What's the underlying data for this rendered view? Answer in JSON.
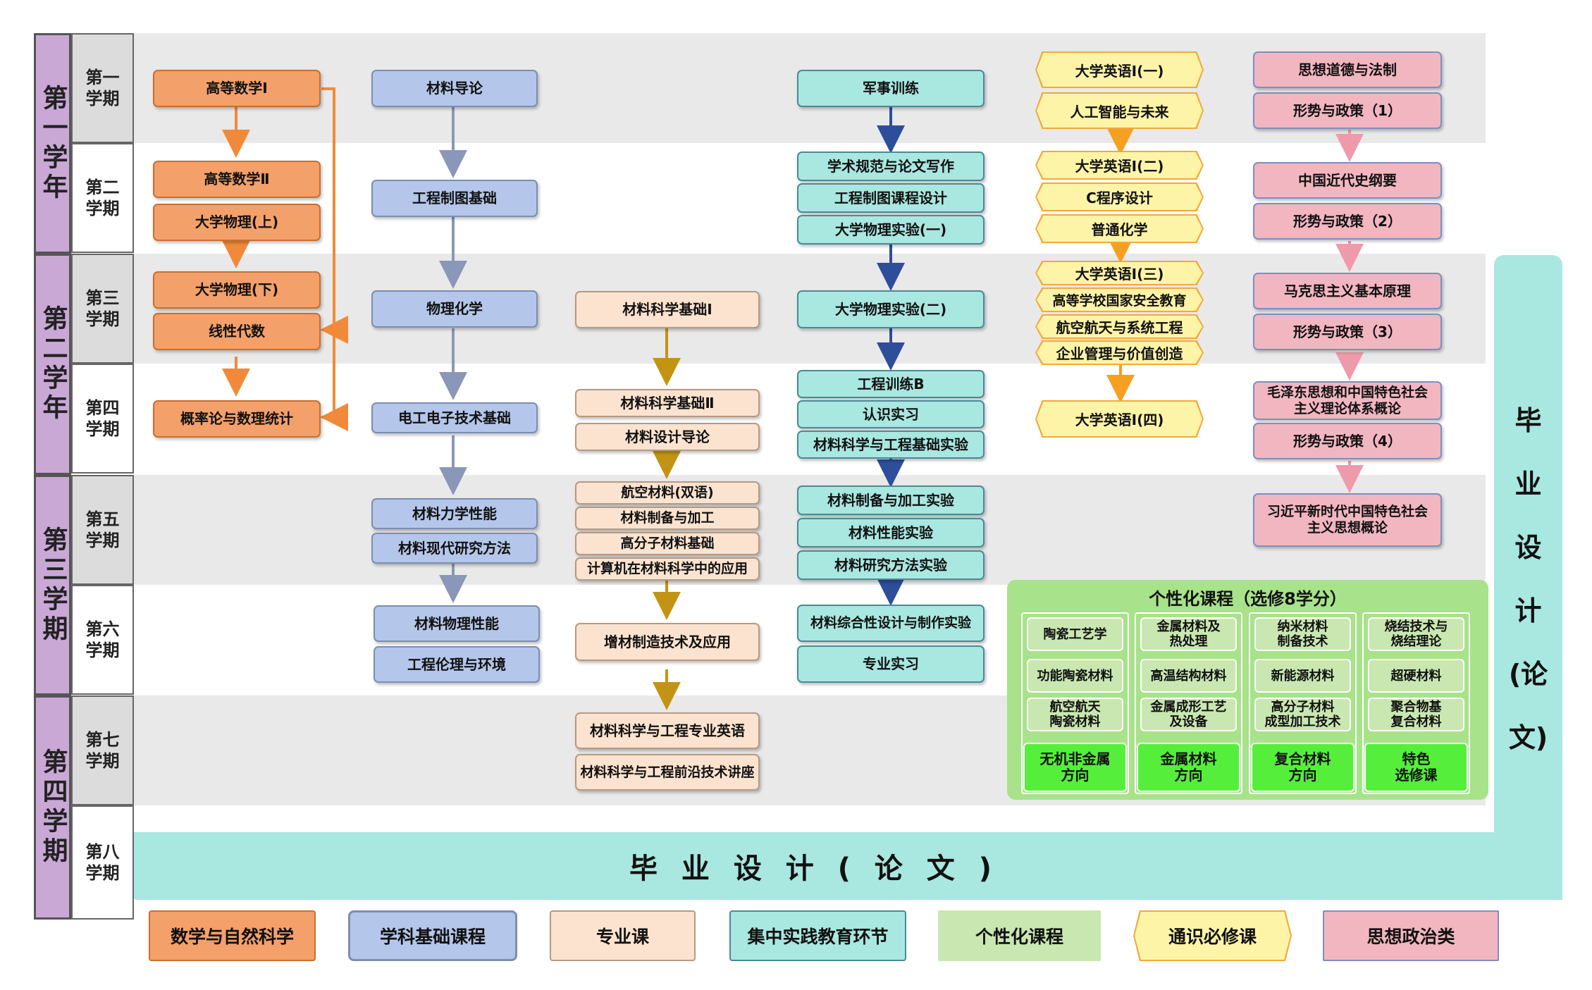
{
  "years": [
    "第一学年",
    "第二学年",
    "第三学期",
    "第四学期"
  ],
  "semesters": [
    "第一\n学期",
    "第二\n学期",
    "第三\n学期",
    "第四\n学期",
    "第五\n学期",
    "第六\n学期",
    "第七\n学期",
    "第八\n学期"
  ],
  "math": [
    "高等数学Ⅰ",
    "高等数学Ⅱ",
    "大学物理(上)",
    "大学物理(下)",
    "线性代数",
    "概率论与数理统计"
  ],
  "base": [
    "材料导论",
    "工程制图基础",
    "物理化学",
    "电工电子技术基础",
    "材料力学性能",
    "材料现代研究方法",
    "材料物理性能",
    "工程伦理与环境"
  ],
  "major": [
    "材料科学基础Ⅰ",
    "材料科学基础Ⅱ",
    "材料设计导论",
    "航空材料(双语)",
    "材料制备与加工",
    "高分子材料基础",
    "计算机在材料科学中的应用",
    "增材制造技术及应用",
    "材料科学与工程专业英语",
    "材料科学与工程前沿技术讲座"
  ],
  "practice": [
    "军事训练",
    "学术规范与论文写作",
    "工程制图课程设计",
    "大学物理实验(一)",
    "大学物理实验(二)",
    "工程训练B",
    "认识实习",
    "材料科学与工程基础实验",
    "材料制备与加工实验",
    "材料性能实验",
    "材料研究方法实验",
    "材料综合性设计与制作实验",
    "专业实习"
  ],
  "general": [
    "大学英语Ⅰ(一)",
    "人工智能与未来",
    "大学英语Ⅰ(二)",
    "C程序设计",
    "普通化学",
    "大学英语Ⅰ(三)",
    "高等学校国家安全教育",
    "航空航天与系统工程",
    "企业管理与价值创造",
    "大学英语Ⅰ(四)"
  ],
  "politics": [
    "思想道德与法制",
    "形势与政策（1）",
    "中国近代史纲要",
    "形势与政策（2）",
    "马克思主义基本原理",
    "形势与政策（3）",
    "毛泽东思想和中国特色社会\n主义理论体系概论",
    "形势与政策（4）",
    "习近平新时代中国特色社会\n主义思想概论"
  ],
  "electives": {
    "title": "个性化课程（选修8学分）",
    "columns": [
      {
        "items": [
          "陶瓷工艺学",
          "功能陶瓷材料",
          "航空航天\n陶瓷材料"
        ],
        "direction": "无机非金属\n方向"
      },
      {
        "items": [
          "金属材料及\n热处理",
          "高温结构材料",
          "金属成形工艺\n及设备"
        ],
        "direction": "金属材料\n方向"
      },
      {
        "items": [
          "纳米材料\n制备技术",
          "新能源材料",
          "高分子材料\n成型加工技术"
        ],
        "direction": "复合材料\n方向"
      },
      {
        "items": [
          "烧结技术与\n烧结理论",
          "超硬材料",
          "聚合物基\n复合材料"
        ],
        "direction": "特色\n选修课"
      }
    ]
  },
  "thesis": {
    "horizontal": "毕 业 设 计 ( 论 文 )",
    "vertical": [
      "毕",
      "业",
      "设",
      "计",
      "(论",
      "文)"
    ]
  },
  "legend": [
    "数学与自然科学",
    "学科基础课程",
    "专业课",
    "集中实践教育环节",
    "个性化课程",
    "通识必修课",
    "思想政治类"
  ],
  "colors": {
    "math": "#f4a06a",
    "base": "#b4c6e9",
    "major": "#fbe3cf",
    "practice": "#a9e7e1",
    "elective": "#c9e7b1",
    "general": "#fef4a8",
    "politics": "#f2b6c0",
    "year": "#c9a8d6"
  }
}
